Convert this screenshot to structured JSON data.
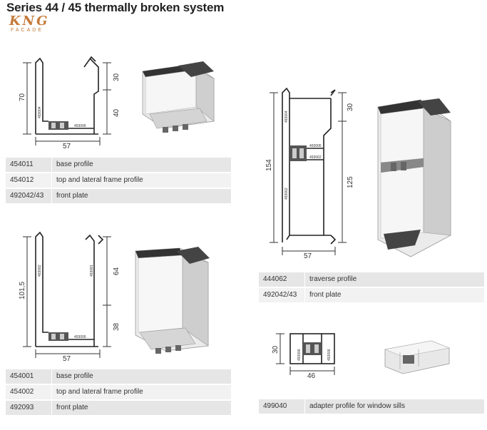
{
  "header": {
    "title": "Series 44 / 45 thermally broken system",
    "logo_text": "KNG",
    "logo_sub": "FACADE"
  },
  "section_a": {
    "dims": {
      "height": "70",
      "upper": "30",
      "lower": "40",
      "width": "57"
    },
    "codes": {
      "left": "493004",
      "bottom": "493006"
    },
    "rows": [
      {
        "code": "454011",
        "desc": "base profile"
      },
      {
        "code": "454012",
        "desc": "top and lateral frame profile"
      },
      {
        "code": "492042/43",
        "desc": "front plate"
      }
    ]
  },
  "section_b": {
    "dims": {
      "height": "101,5",
      "upper": "64",
      "lower": "38",
      "width": "57"
    },
    "codes": {
      "left": "493082",
      "right": "493081",
      "bottom": "493006"
    },
    "rows": [
      {
        "code": "454001",
        "desc": "base profile"
      },
      {
        "code": "454002",
        "desc": "top and lateral frame profile"
      },
      {
        "code": "492093",
        "desc": "front plate"
      }
    ]
  },
  "section_c": {
    "dims": {
      "height": "154",
      "upper": "30",
      "lower": "125",
      "width": "57"
    },
    "codes": {
      "top": "493004",
      "mid1": "493006",
      "mid2": "493062",
      "left": "493062"
    },
    "rows": [
      {
        "code": "444062",
        "desc": "traverse profile"
      },
      {
        "code": "492042/43",
        "desc": "front plate"
      }
    ]
  },
  "section_d": {
    "dims": {
      "height": "30",
      "width": "46"
    },
    "codes": {
      "left": "493006",
      "right": "493006"
    },
    "rows": [
      {
        "code": "499040",
        "desc": "adapter profile for window sills"
      }
    ]
  }
}
